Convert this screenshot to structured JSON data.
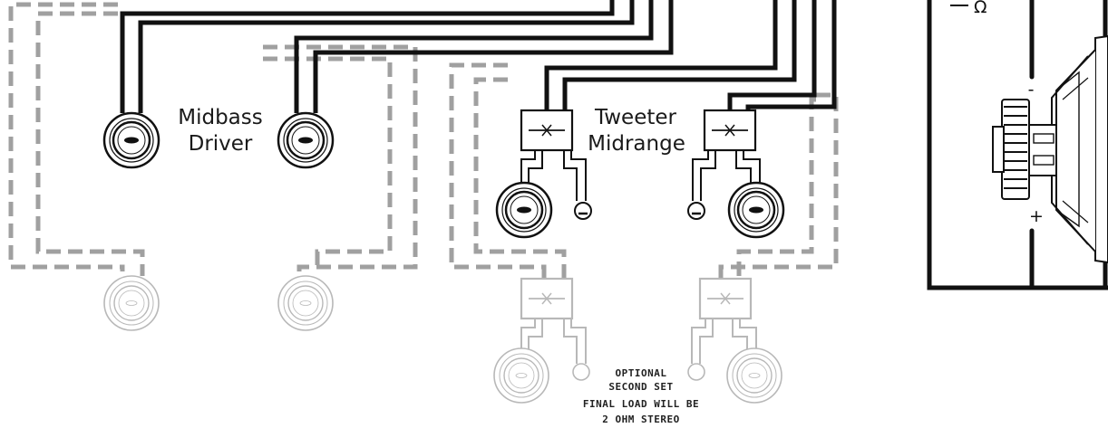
{
  "labels": {
    "midbass_line1": "Midbass",
    "midbass_line2": "Driver",
    "tweeter_line1": "Tweeter",
    "tweeter_line2": "Midrange",
    "minus": "-",
    "plus": "+",
    "ohm": "Ω"
  },
  "note": {
    "line1": "OPTIONAL",
    "line2": "SECOND SET",
    "line3": "FINAL LOAD WILL BE",
    "line4": "2 OHM STEREO"
  },
  "colors": {
    "wire": "#111111",
    "dashed": "#a0a0a0",
    "faded": "#b8b8b8"
  }
}
